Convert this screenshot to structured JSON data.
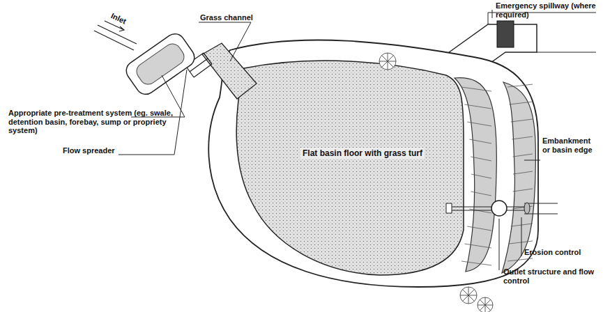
{
  "diagram": {
    "nodes": [
      {
        "text": [
          "Flat basin floor with grass turf"
        ]
      }
    ],
    "labels": [
      "Inlet",
      "Appropriate pre-treatment system (eg. swale, detention basin, forebay, sump or propriety system)",
      "Flow spreader",
      "Grass channel",
      "Emergency spillway (where required)",
      "Embankment or basin edge",
      "Erosion control",
      "Outlet structure and flow control"
    ]
  }
}
